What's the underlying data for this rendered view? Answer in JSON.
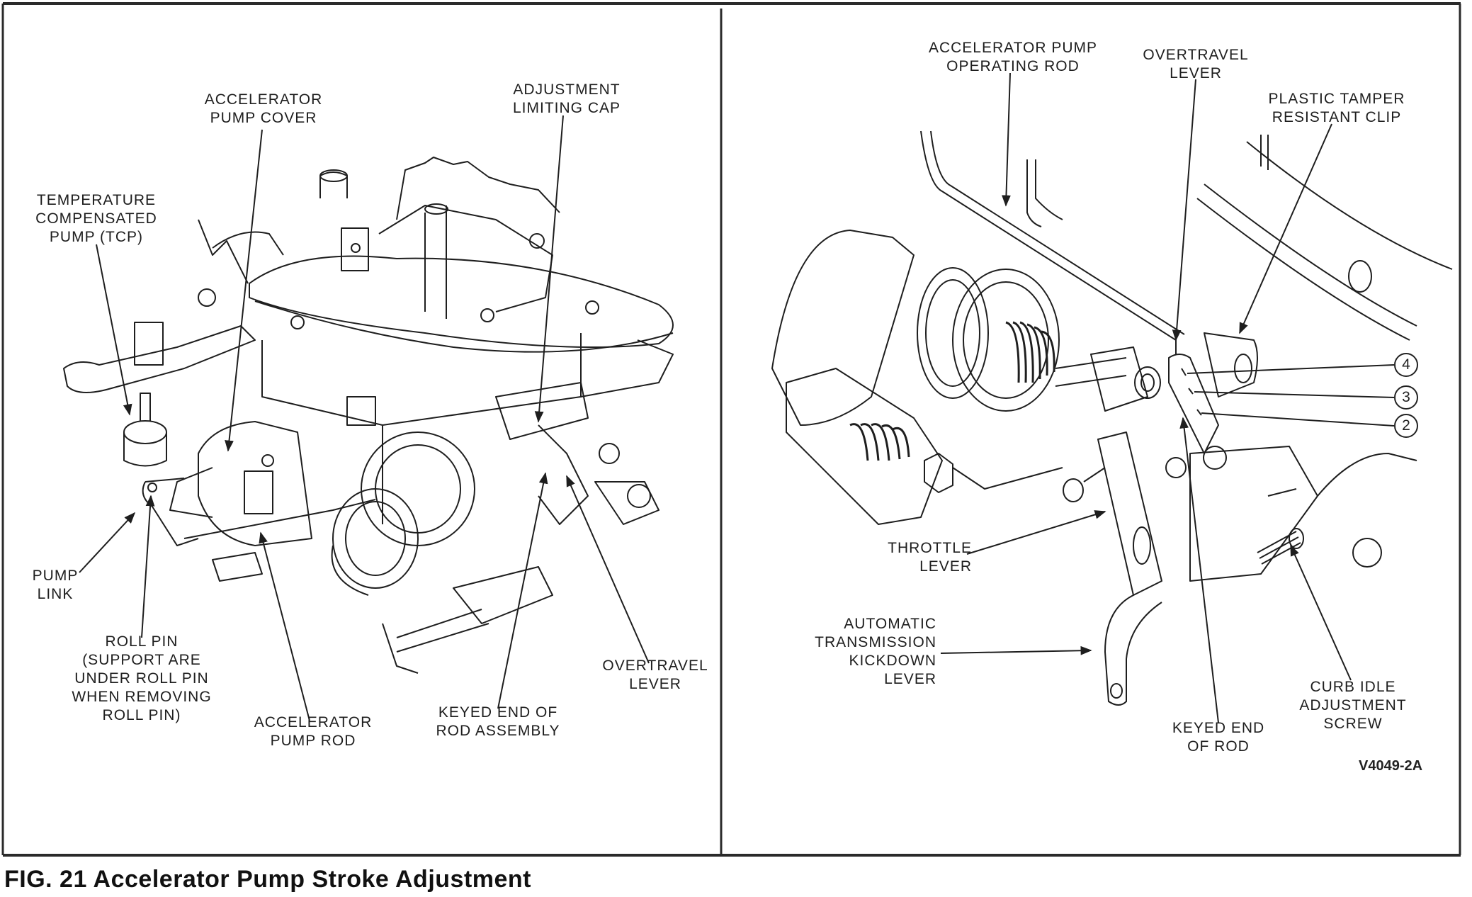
{
  "figure": {
    "caption": "FIG. 21  Accelerator Pump Stroke Adjustment",
    "figure_code": "V4049-2A"
  },
  "left_panel": {
    "labels": {
      "accelerator_pump_cover": [
        "ACCELERATOR",
        "PUMP COVER"
      ],
      "tcp": [
        "TEMPERATURE",
        "COMPENSATED",
        "PUMP (TCP)"
      ],
      "adjustment_limiting_cap": [
        "ADJUSTMENT",
        "LIMITING CAP"
      ],
      "pump_link": [
        "PUMP",
        "LINK"
      ],
      "roll_pin": [
        "ROLL PIN",
        "(SUPPORT ARE",
        "UNDER ROLL PIN",
        "WHEN REMOVING",
        "ROLL PIN)"
      ],
      "accelerator_pump_rod": [
        "ACCELERATOR",
        "PUMP ROD"
      ],
      "keyed_end_rod_assembly": [
        "KEYED END OF",
        "ROD ASSEMBLY"
      ],
      "overtravel_lever": [
        "OVERTRAVEL",
        "LEVER"
      ]
    }
  },
  "right_panel": {
    "labels": {
      "accelerator_pump_operating_rod": [
        "ACCELERATOR PUMP",
        "OPERATING ROD"
      ],
      "overtravel_lever": [
        "OVERTRAVEL",
        "LEVER"
      ],
      "plastic_tamper_clip": [
        "PLASTIC TAMPER",
        "RESISTANT CLIP"
      ],
      "throttle_lever": [
        "THROTTLE",
        "LEVER"
      ],
      "kickdown_lever": [
        "AUTOMATIC",
        "TRANSMISSION",
        "KICKDOWN",
        "LEVER"
      ],
      "keyed_end_of_rod": [
        "KEYED END",
        "OF ROD"
      ],
      "curb_idle_screw": [
        "CURB IDLE",
        "ADJUSTMENT",
        "SCREW"
      ]
    },
    "hole_positions": [
      "4",
      "3",
      "2"
    ]
  }
}
